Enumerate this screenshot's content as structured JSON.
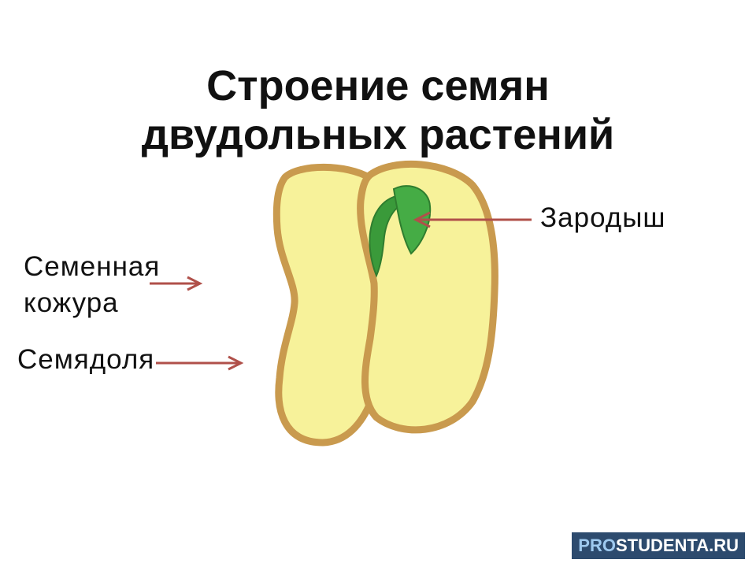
{
  "title": {
    "line1": "Строение семян",
    "line2": "двудольных растений"
  },
  "labels": {
    "seed_coat": "Семенная кожура",
    "cotyledon": "Семядоля",
    "embryo": "Зародыш"
  },
  "watermark": {
    "part1": "PRO",
    "part2": "STUDENTA.RU"
  },
  "colors": {
    "cotyledon_fill": "#f7f29a",
    "seed_coat": "#c99a4e",
    "embryo_green": "#3a9a3a",
    "arrow": "#b0504a"
  }
}
